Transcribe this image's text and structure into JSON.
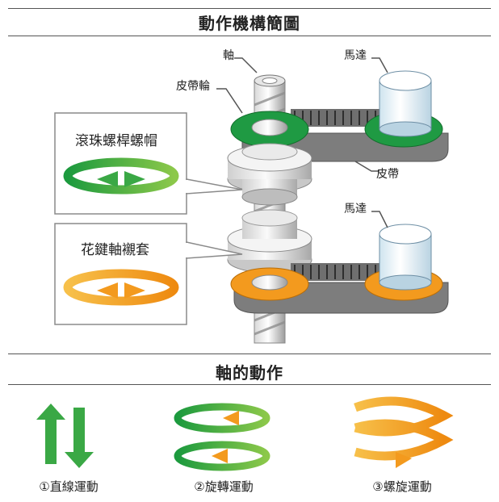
{
  "header": {
    "title": "動作機構簡圖"
  },
  "mechanism": {
    "labels": {
      "shaft": "軸",
      "motor_top": "馬達",
      "pulley": "皮帶輪",
      "belt": "皮帶",
      "motor_bottom": "馬達"
    },
    "boxes": [
      {
        "label": "滾珠螺桿螺帽",
        "color": "#3aa845"
      },
      {
        "label": "花鍵軸襯套",
        "color": "#f39a1e"
      }
    ]
  },
  "section2": {
    "title": "軸的動作"
  },
  "motions": [
    {
      "caption": "①直線運動"
    },
    {
      "caption": "②旋轉運動"
    },
    {
      "caption": "③螺旋運動"
    }
  ],
  "colors": {
    "green": "#3aa845",
    "orange": "#f39a1e",
    "gray": "#9a9a9a",
    "dark": "#555555"
  }
}
